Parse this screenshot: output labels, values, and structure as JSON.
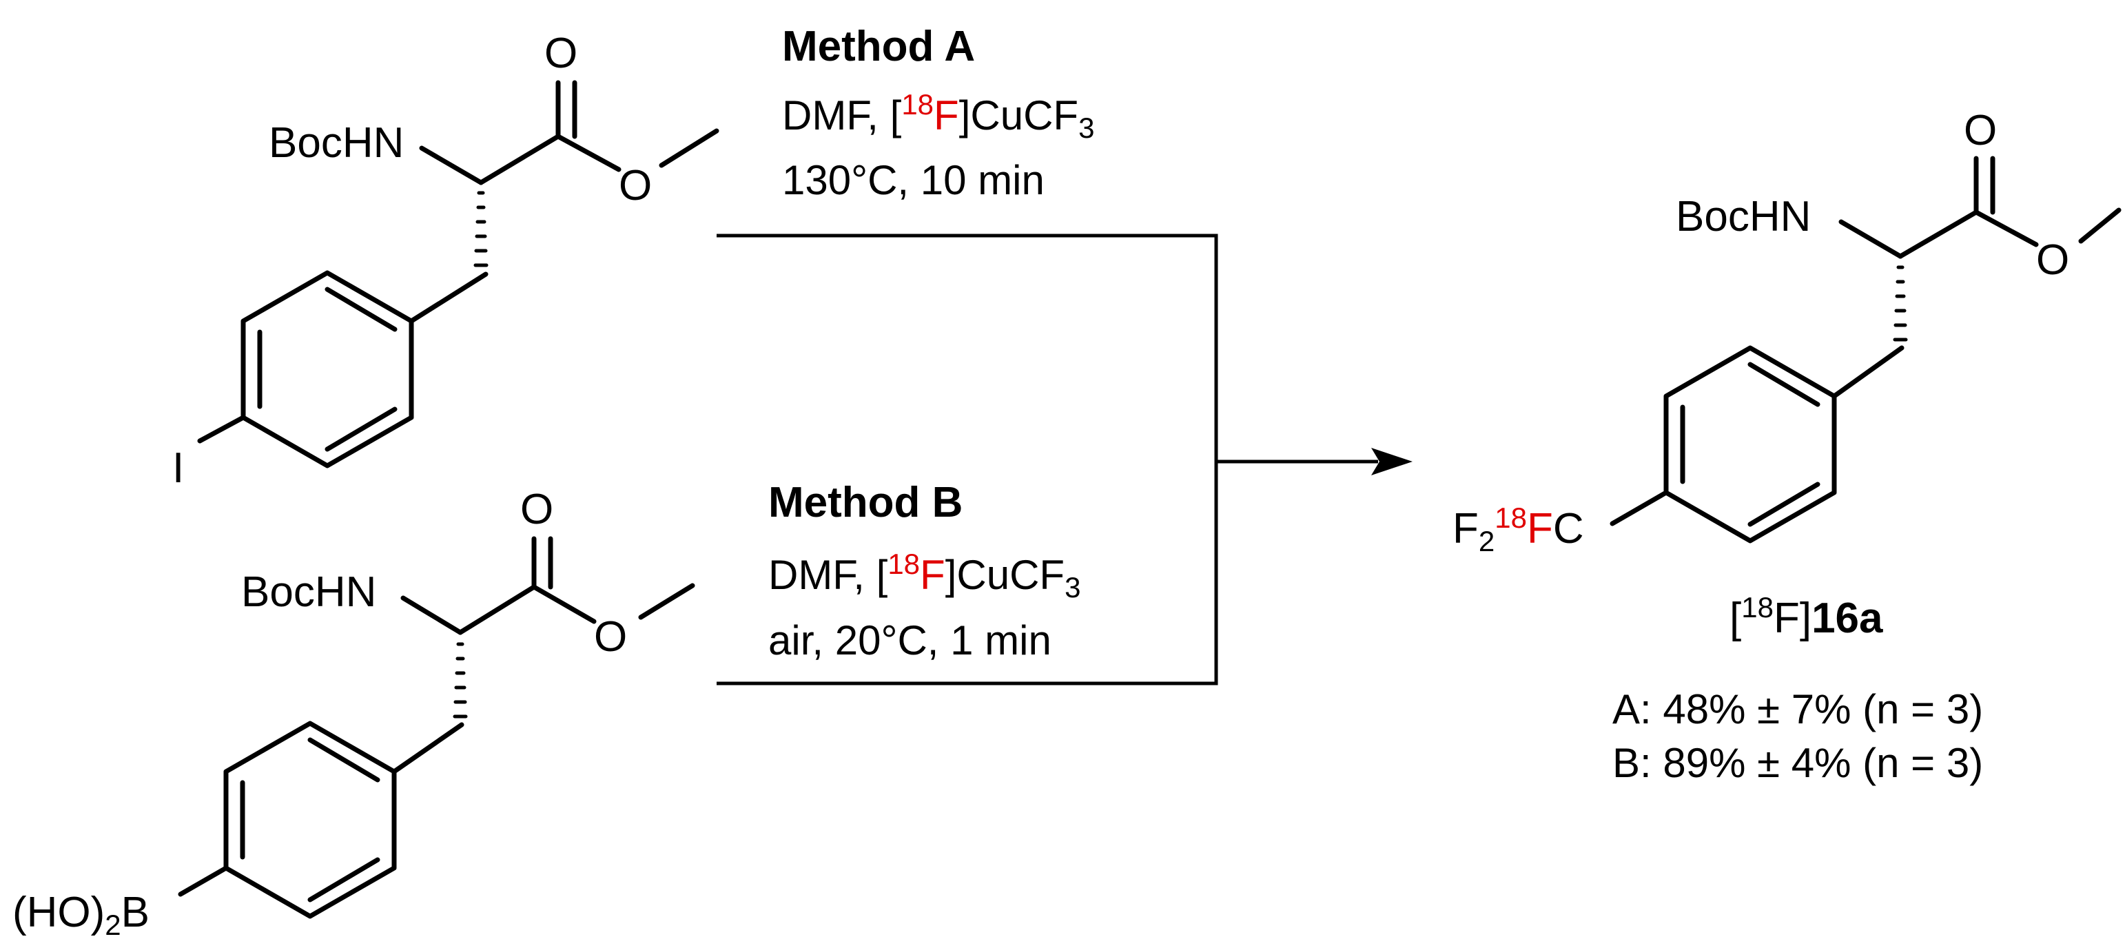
{
  "colors": {
    "isotope": "#e00000",
    "ink": "#000000"
  },
  "molecules": {
    "iodo_substrate": {
      "amine": "BocHN",
      "oxo": "O",
      "ester_o": "O",
      "halogen": "I"
    },
    "boronic_substrate": {
      "amine": "BocHN",
      "oxo": "O",
      "ester_o": "O",
      "boronic_prefix": "(HO)",
      "boronic_sub": "2",
      "boronic_b": "B"
    },
    "product": {
      "amine": "BocHN",
      "oxo": "O",
      "ester_o": "O",
      "cf_prefix": "F",
      "cf_sub": "2",
      "iso_mass": "18",
      "iso_el": "F",
      "cf_suffix": "C"
    }
  },
  "method_a": {
    "title": "Method A",
    "line1_prefix": "DMF,  [",
    "iso_mass": "18",
    "iso_el": "F",
    "line1_suffix": "]CuCF",
    "line1_sub": "3",
    "line2": "130°C, 10 min"
  },
  "method_b": {
    "title": "Method B",
    "line1_prefix": "DMF,  [",
    "iso_mass": "18",
    "iso_el": "F",
    "line1_suffix": "]CuCF",
    "line1_sub": "3",
    "line2": "air, 20°C, 1 min"
  },
  "product_label": {
    "open": "[",
    "mass": "18",
    "rest": "F]",
    "compound": "16a"
  },
  "yields": [
    {
      "text": "A: 48% ±  7% (n = 3)"
    },
    {
      "text": "B: 89% ±  4% (n = 3)"
    }
  ]
}
